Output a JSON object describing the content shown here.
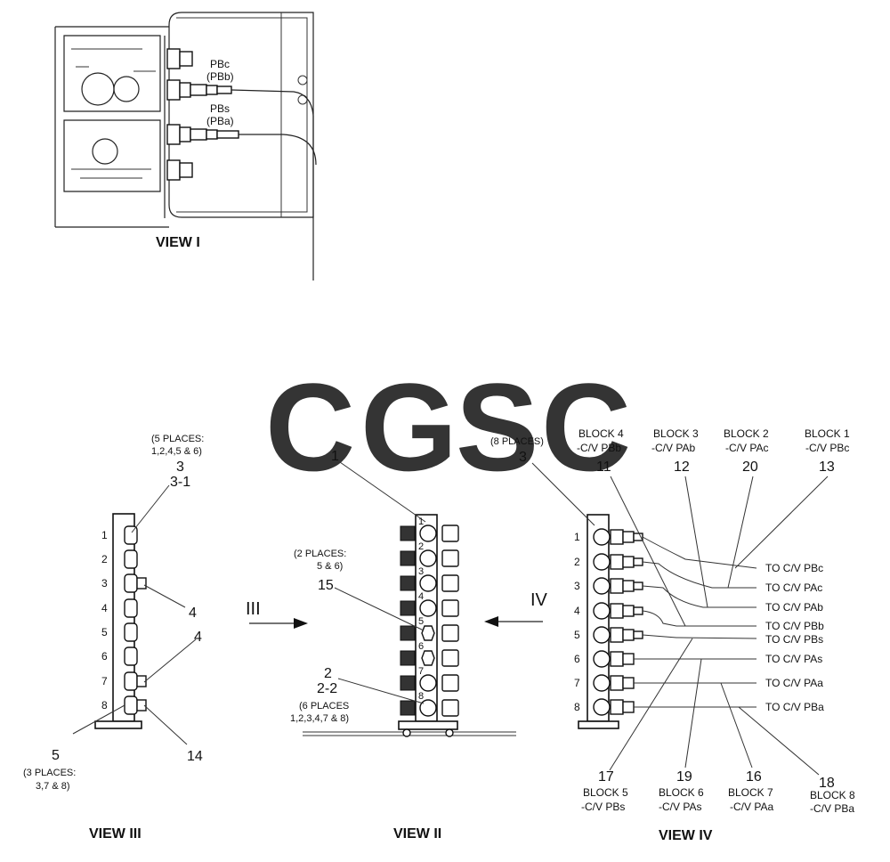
{
  "watermark": {
    "letters": [
      "C",
      "G",
      "S",
      "C"
    ],
    "colors": [
      "#7aa7f5",
      "#f28a82",
      "#f7d46a",
      "#5fb88a"
    ]
  },
  "view_i": {
    "title": "VIEW I",
    "label_pbc": "PBc",
    "label_pbb": "(PBb)",
    "label_pbs": "PBs",
    "label_pba": "(PBa)"
  },
  "view_iii": {
    "title": "VIEW III",
    "arrow_label": "III",
    "note_top_1": "(5 PLACES:",
    "note_top_2": "1,2,4,5 & 6)",
    "callout_3": "3",
    "callout_3_1": "3-1",
    "callout_4a": "4",
    "callout_4b": "4",
    "callout_5": "5",
    "callout_14": "14",
    "note_bottom_1": "(3 PLACES:",
    "note_bottom_2": "3,7 & 8)",
    "port_numbers": [
      "1",
      "2",
      "3",
      "4",
      "5",
      "6",
      "7",
      "8"
    ]
  },
  "view_ii": {
    "title": "VIEW II",
    "callout_1": "1",
    "note_mid_1": "(2 PLACES:",
    "note_mid_2": "5 & 6)",
    "callout_15": "15",
    "callout_2": "2",
    "callout_2_2": "2-2",
    "note_bottom_1": "(6 PLACES",
    "note_bottom_2": "1,2,3,4,7 & 8)",
    "port_numbers": [
      "1",
      "2",
      "3",
      "4",
      "5",
      "6",
      "7",
      "8"
    ]
  },
  "view_iv": {
    "title": "VIEW IV",
    "arrow_label": "IV",
    "note_top": "(8 PLACES)",
    "callout_3": "3",
    "port_numbers": [
      "1",
      "2",
      "3",
      "4",
      "5",
      "6",
      "7",
      "8"
    ],
    "top_blocks": [
      {
        "block": "BLOCK 4",
        "cv": "-C/V PBb",
        "num": "11"
      },
      {
        "block": "BLOCK 3",
        "cv": "-C/V PAb",
        "num": "12"
      },
      {
        "block": "BLOCK 2",
        "cv": "-C/V PAc",
        "num": "20"
      },
      {
        "block": "BLOCK 1",
        "cv": "-C/V PBc",
        "num": "13"
      }
    ],
    "bottom_blocks": [
      {
        "num": "17",
        "block": "BLOCK 5",
        "cv": "-C/V PBs"
      },
      {
        "num": "19",
        "block": "BLOCK 6",
        "cv": "-C/V PAs"
      },
      {
        "num": "16",
        "block": "BLOCK 7",
        "cv": "-C/V PAa"
      },
      {
        "num": "18",
        "block": "BLOCK 8",
        "cv": "-C/V PBa"
      }
    ],
    "to_labels": [
      "TO C/V PBc",
      "TO C/V PAc",
      "TO C/V PAb",
      "TO C/V PBb",
      "TO C/V PBs",
      "TO C/V PAs",
      "TO C/V PAa",
      "TO C/V PBa"
    ]
  }
}
